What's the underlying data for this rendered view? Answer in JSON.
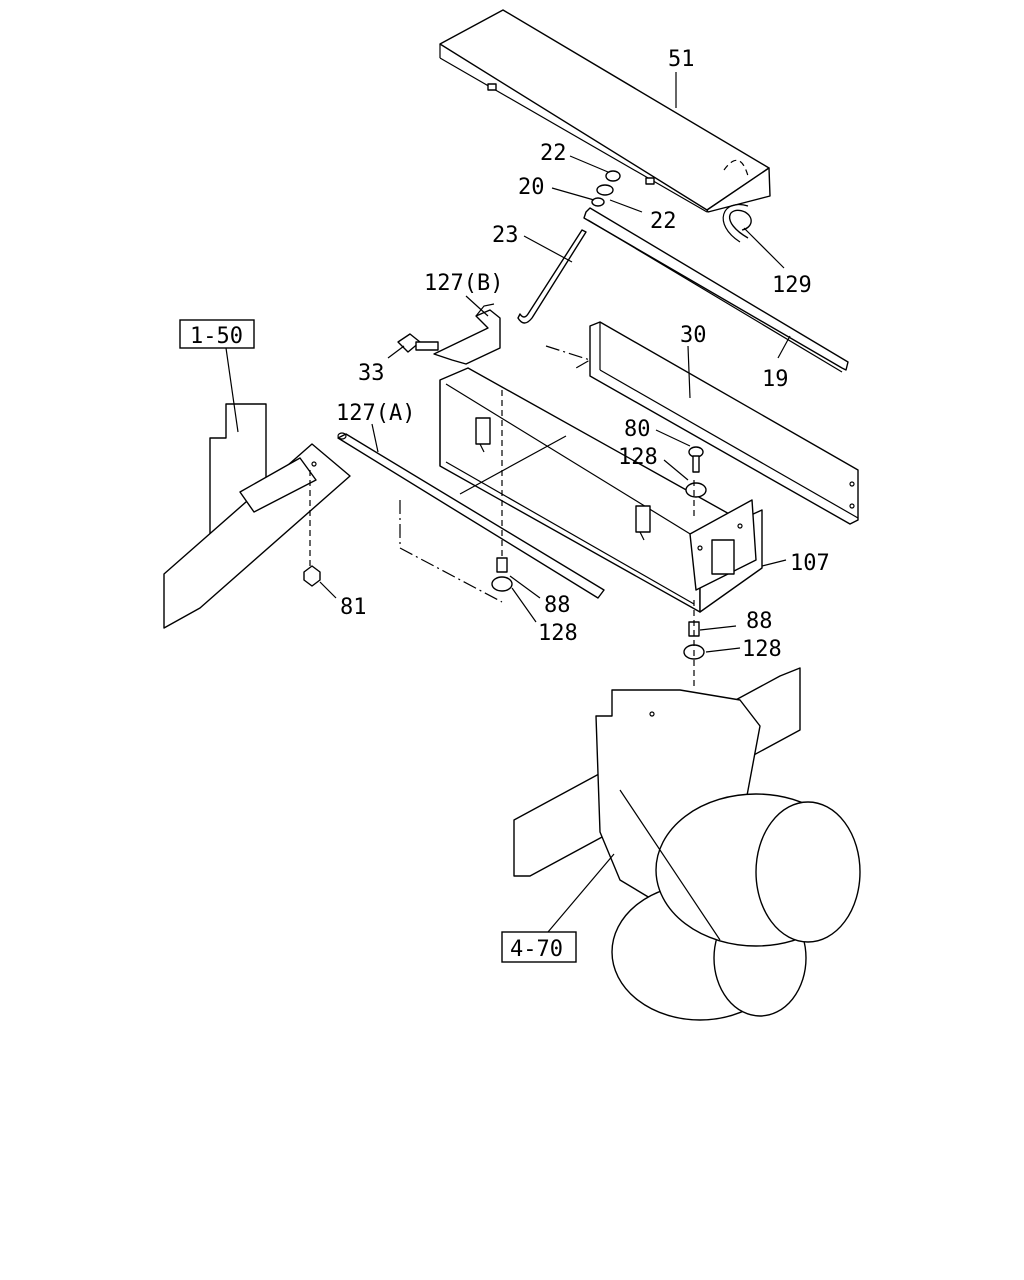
{
  "colors": {
    "line": "#000000",
    "background": "#ffffff"
  },
  "labels": {
    "p51": "51",
    "p22a": "22",
    "p20": "20",
    "p22b": "22",
    "p23": "23",
    "p129": "129",
    "p127b": "127(B)",
    "p30": "30",
    "p19": "19",
    "p33": "33",
    "p127a": "127(A)",
    "p80": "80",
    "p128a": "128",
    "p107": "107",
    "p81": "81",
    "p88a": "88",
    "p128b": "128",
    "p88b": "88",
    "p128c": "128"
  },
  "refs": {
    "r150": "1-50",
    "r470": "4-70"
  }
}
